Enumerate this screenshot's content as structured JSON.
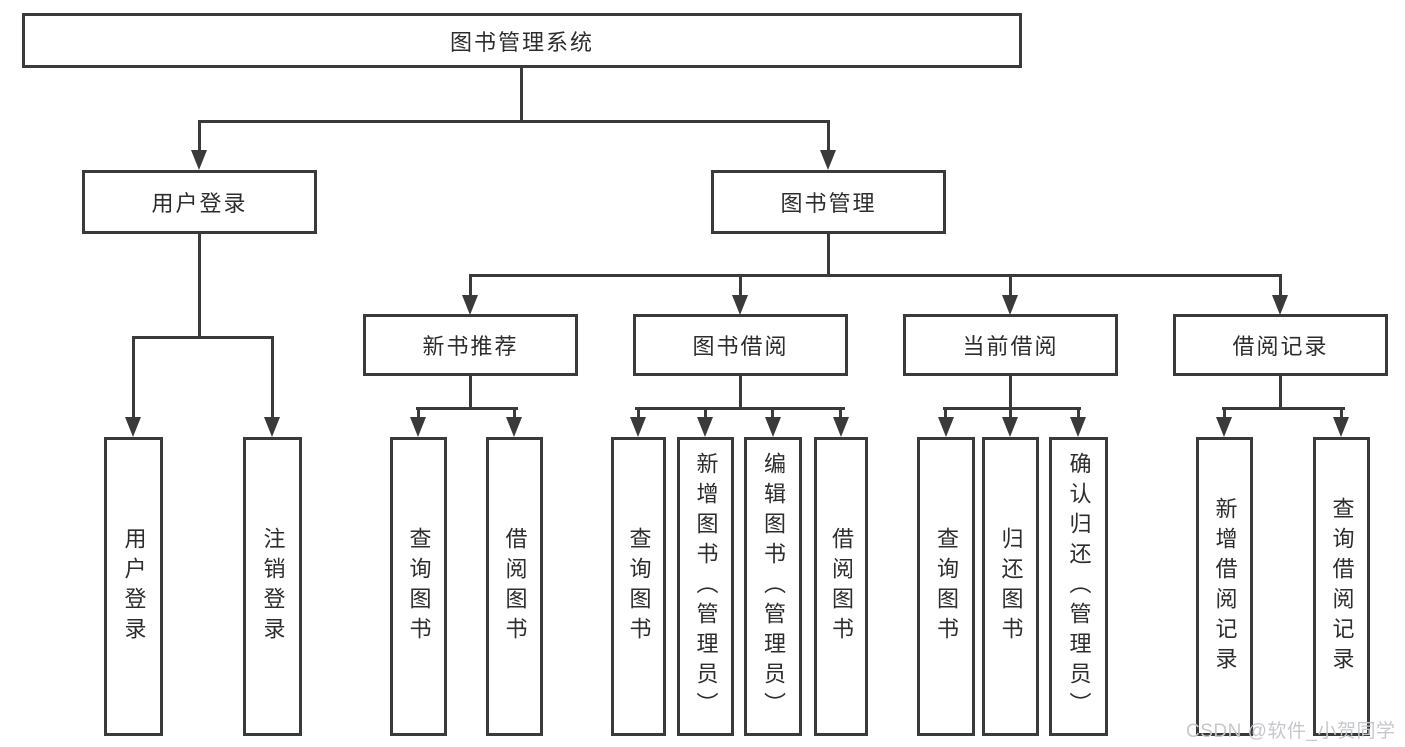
{
  "diagram": {
    "root": {
      "label": "图书管理系统"
    },
    "level2": [
      {
        "label": "用户登录"
      },
      {
        "label": "图书管理"
      }
    ],
    "level3": [
      {
        "label": "新书推荐"
      },
      {
        "label": "图书借阅"
      },
      {
        "label": "当前借阅"
      },
      {
        "label": "借阅记录"
      }
    ],
    "leaf_groups": [
      {
        "parent": "用户登录",
        "items": [
          {
            "label": "用户登录"
          },
          {
            "label": "注销登录"
          }
        ]
      },
      {
        "parent": "新书推荐",
        "items": [
          {
            "label": "查询图书"
          },
          {
            "label": "借阅图书"
          }
        ]
      },
      {
        "parent": "图书借阅",
        "items": [
          {
            "label": "查询图书"
          },
          {
            "label": "新增图书（管理员）"
          },
          {
            "label": "编辑图书（管理员）"
          },
          {
            "label": "借阅图书"
          }
        ]
      },
      {
        "parent": "当前借阅",
        "items": [
          {
            "label": "查询图书"
          },
          {
            "label": "归还图书"
          },
          {
            "label": "确认归还（管理员）"
          }
        ]
      },
      {
        "parent": "借阅记录",
        "items": [
          {
            "label": "新增借阅记录"
          },
          {
            "label": "查询借阅记录"
          }
        ]
      }
    ],
    "watermark": "CSDN @软件_小贺同学",
    "colors": {
      "line": "#3a3a3a",
      "box_background": "#ffffff",
      "text": "#2d2d2d",
      "watermark": "#c6c8cc"
    }
  }
}
